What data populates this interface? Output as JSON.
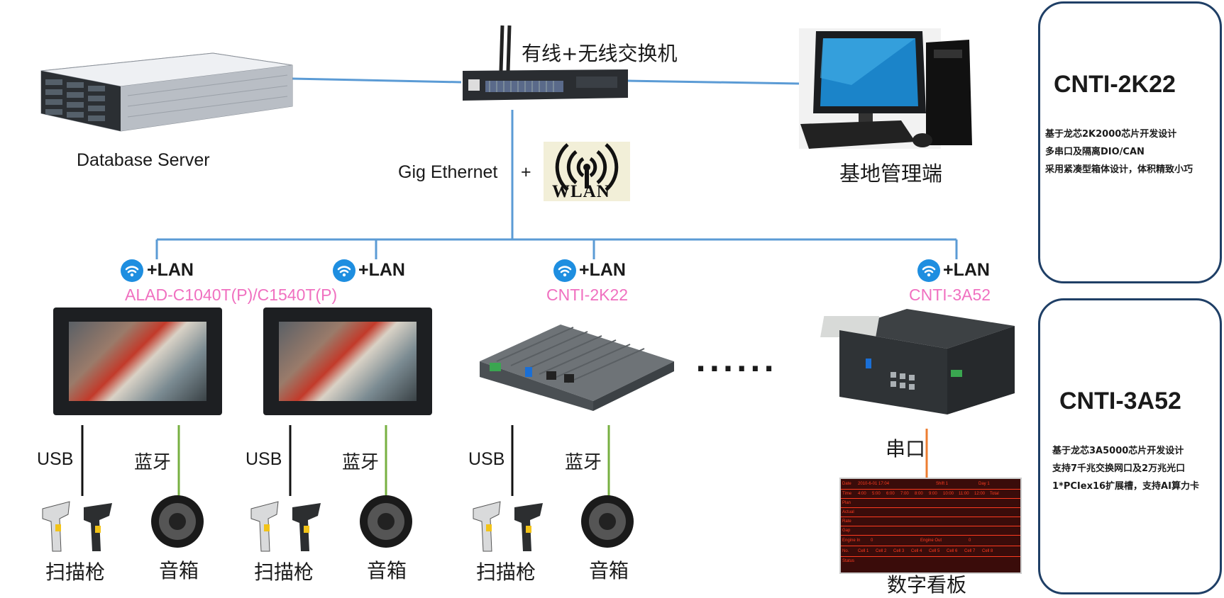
{
  "nodes": {
    "server": "Database Server",
    "switch": "有线+无线交换机",
    "pc": "基地管理端",
    "link": "Gig Ethernet",
    "plus": "+",
    "wlan": "WLAN",
    "dots": "......",
    "serial": "串口",
    "board": "数字看板"
  },
  "devices": [
    {
      "lan": "+LAN",
      "model": "ALAD-C1040T(P)/C1540T(P)"
    },
    {
      "lan": "+LAN",
      "model": ""
    },
    {
      "lan": "+LAN",
      "model": "CNTI-2K22"
    },
    {
      "lan": "+LAN",
      "model": "CNTI-3A52"
    }
  ],
  "peripherals": [
    {
      "usb": "USB",
      "bt": "蓝牙",
      "scanner": "扫描枪",
      "speaker": "音箱"
    },
    {
      "usb": "USB",
      "bt": "蓝牙",
      "scanner": "扫描枪",
      "speaker": "音箱"
    },
    {
      "usb": "USB",
      "bt": "蓝牙",
      "scanner": "扫描枪",
      "speaker": "音箱"
    }
  ],
  "cards": [
    {
      "title": "CNTI-2K22",
      "lines": [
        "基于龙芯2K2000芯片开发设计",
        "多串口及隔离DIO/CAN",
        "采用紧凑型箱体设计，体积精致小巧"
      ]
    },
    {
      "title": "CNTI-3A52",
      "lines": [
        "基于龙芯3A5000芯片开发设计",
        "支持7千兆交换网口及2万兆光口",
        "1*PCIex16扩展槽，支持AI算力卡"
      ]
    }
  ],
  "kanban": {
    "row1": [
      "Date",
      "2010-6-01 17:04",
      "Shift 1",
      "Day 1"
    ],
    "header": [
      "Time",
      "4:00",
      "5:00",
      "6:00",
      "7:00",
      "8:00",
      "9:00",
      "10:00",
      "11:00",
      "12:00",
      "Total"
    ],
    "rows": [
      "Plan",
      "Actual",
      "Rate",
      "Gap"
    ],
    "engine_in": "Engine In",
    "engine_out": "Engine Out",
    "zero": "0",
    "cells": [
      "No.",
      "Cell 1",
      "Cell 2",
      "Cell 3",
      "Cell 4",
      "Cell 5",
      "Cell 6",
      "Cell 7",
      "Cell 8"
    ],
    "status": "Status"
  },
  "colors": {
    "line_blue": "#5b9bd5",
    "pink": "#f070c0",
    "usb": "#111111",
    "bt": "#77b041",
    "serial": "#ed7d31",
    "card_border": "#1f3f66",
    "kanban_red": "#ff3b1f"
  }
}
